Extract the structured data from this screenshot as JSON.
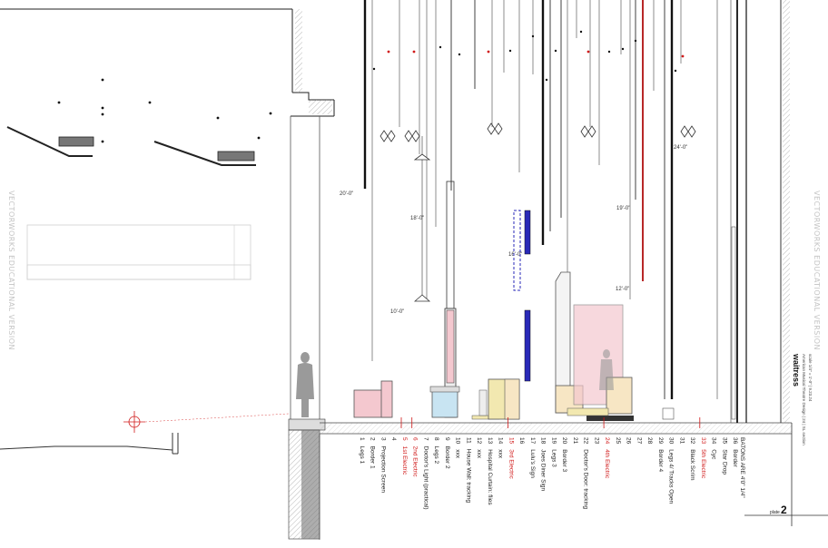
{
  "watermark": "VECTORWORKS EDUCATIONAL VERSION",
  "title_block": {
    "title": "waitress",
    "subtitle": "American Musical Theatre Design | 24 | SL section",
    "details": "scale 1/4\" = 1'-0\" | 9.23.24",
    "plate_label": "plate",
    "plate_number": "2"
  },
  "batten_header": "BATONS ARE 4'0\" 1/4\"",
  "heights": [
    "20'-0\"",
    "18'-0\"",
    "16'-0\"",
    "10'-0\"",
    "19'-0\"",
    "12'-0\"",
    "24'-0\""
  ],
  "linesets": [
    {
      "num": "1",
      "label": "Legs 1",
      "red": false
    },
    {
      "num": "2",
      "label": "Border 1",
      "red": false
    },
    {
      "num": "3",
      "label": "Projection Screen",
      "red": false
    },
    {
      "num": "4",
      "label": "",
      "red": false
    },
    {
      "num": "5",
      "label": "1st Electric",
      "red": true
    },
    {
      "num": "6",
      "label": "2nd Electric",
      "red": true
    },
    {
      "num": "7",
      "label": "Doctor's Light (practical)",
      "red": false
    },
    {
      "num": "8",
      "label": "Legs 2",
      "red": false
    },
    {
      "num": "9",
      "label": "Border 2",
      "red": false
    },
    {
      "num": "10",
      "label": "xxx",
      "red": false
    },
    {
      "num": "11",
      "label": "House Wall: tracking",
      "red": false
    },
    {
      "num": "12",
      "label": "xxx",
      "red": false
    },
    {
      "num": "13",
      "label": "Hospital Curtain: flies",
      "red": false
    },
    {
      "num": "14",
      "label": "xxx",
      "red": false
    },
    {
      "num": "15",
      "label": "3rd Electric",
      "red": true
    },
    {
      "num": "16",
      "label": "",
      "red": false
    },
    {
      "num": "17",
      "label": "Lulu's Sign",
      "red": false
    },
    {
      "num": "18",
      "label": "Joes Diner Sign",
      "red": false
    },
    {
      "num": "19",
      "label": "Legs 3",
      "red": false
    },
    {
      "num": "20",
      "label": "Border 3",
      "red": false
    },
    {
      "num": "21",
      "label": "",
      "red": false
    },
    {
      "num": "22",
      "label": "Doctor's Door: tracking",
      "red": false
    },
    {
      "num": "23",
      "label": "",
      "red": false
    },
    {
      "num": "24",
      "label": "4th Electric",
      "red": true
    },
    {
      "num": "25",
      "label": "",
      "red": false
    },
    {
      "num": "26",
      "label": "",
      "red": false
    },
    {
      "num": "27",
      "label": "",
      "red": false
    },
    {
      "num": "28",
      "label": "",
      "red": false
    },
    {
      "num": "29",
      "label": "Border 4",
      "red": false
    },
    {
      "num": "30",
      "label": "Legs 4/ Tracks Open",
      "red": false
    },
    {
      "num": "31",
      "label": "",
      "red": false
    },
    {
      "num": "32",
      "label": "Black Scrim",
      "red": false
    },
    {
      "num": "33",
      "label": "5th Electric",
      "red": true
    },
    {
      "num": "34",
      "label": "Cyc",
      "red": false
    },
    {
      "num": "35",
      "label": "Star Drop",
      "red": false
    },
    {
      "num": "36",
      "label": "Border",
      "red": false
    }
  ],
  "colors": {
    "electric_red": "#d01818",
    "pink_scenery": "#f4c8cf",
    "blue_sign": "#2a2ab8",
    "light_blue": "#c8e4f2",
    "yellow": "#f2e8b0",
    "peach": "#f7e6c4",
    "figure_grey": "#9a9a9a",
    "line_dark": "#1a1a1a"
  }
}
